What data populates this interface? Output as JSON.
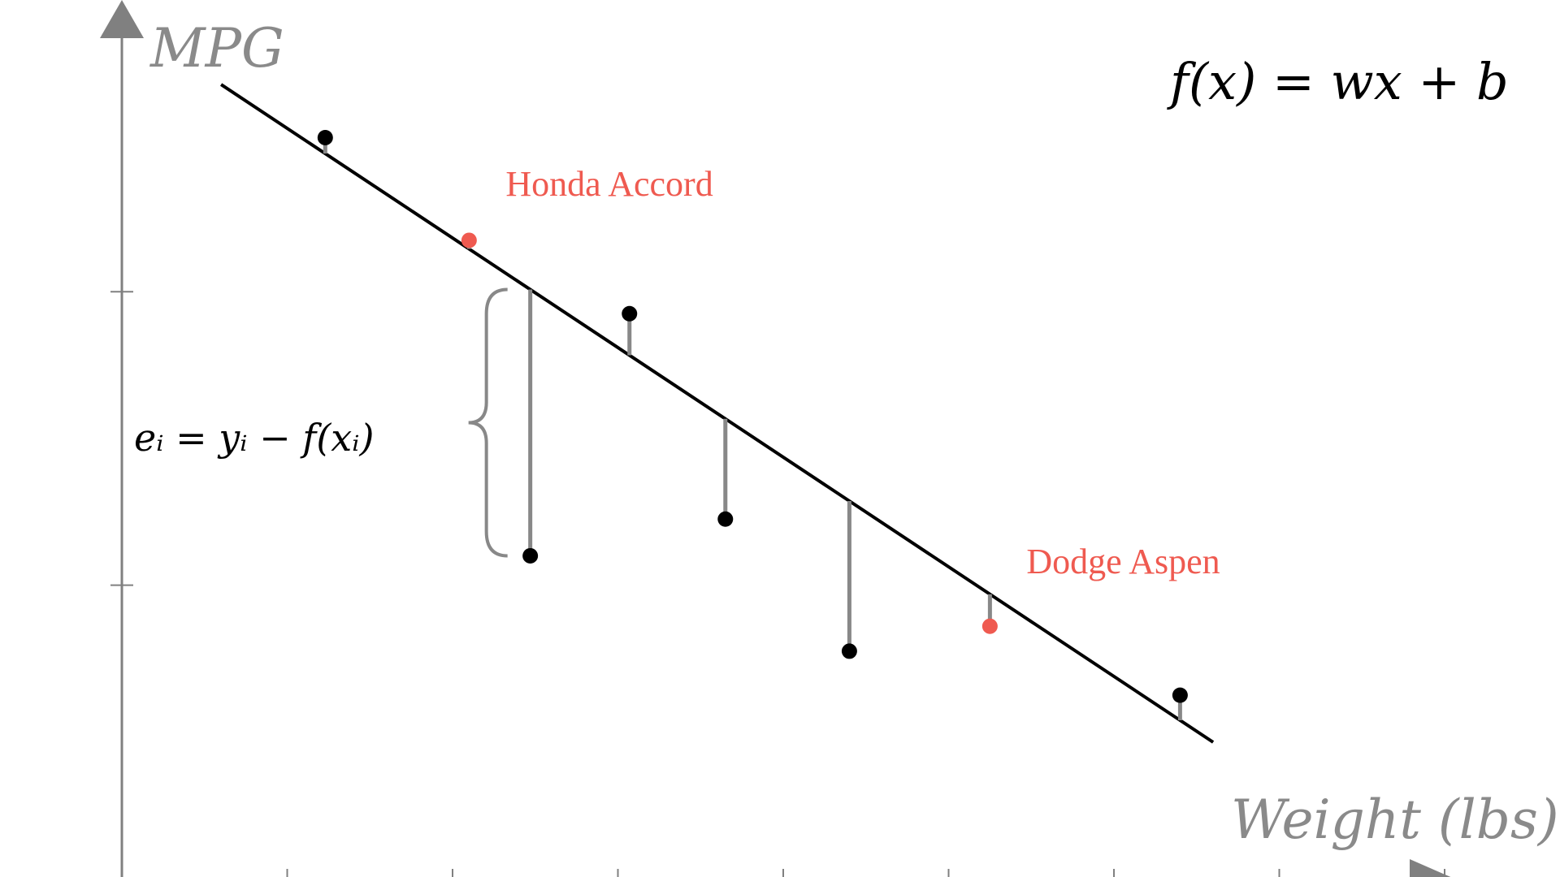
{
  "chart_data": {
    "type": "scatter",
    "xlabel": "Weight (lbs)",
    "ylabel": "MPG",
    "xlim": [
      0,
      9.3
    ],
    "ylim": [
      0,
      6
    ],
    "x_ticks": [
      1,
      2,
      3,
      4,
      5,
      6,
      7,
      8
    ],
    "y_ticks": [
      2,
      4
    ],
    "fit_line": {
      "x_start": 0.6,
      "x_end": 6.6,
      "slope": -0.747,
      "intercept": 5.86
    },
    "points": [
      {
        "x": 1.23,
        "y": 5.05,
        "highlight": false
      },
      {
        "x": 2.1,
        "y": 4.35,
        "highlight": true
      },
      {
        "x": 2.47,
        "y": 2.2,
        "highlight": false
      },
      {
        "x": 3.07,
        "y": 3.85,
        "highlight": false
      },
      {
        "x": 3.65,
        "y": 2.45,
        "highlight": false
      },
      {
        "x": 4.4,
        "y": 1.55,
        "highlight": false
      },
      {
        "x": 5.25,
        "y": 1.72,
        "highlight": true
      },
      {
        "x": 6.4,
        "y": 1.25,
        "highlight": false
      }
    ],
    "annotations": {
      "model_formula": "f(x) = wx + b",
      "residual_formula": "eᵢ = yᵢ − f(xᵢ)",
      "highlighted_labels": [
        {
          "text": "Honda Accord",
          "point_index": 1
        },
        {
          "text": "Dodge Aspen",
          "point_index": 6
        }
      ],
      "brace_point_index": 2
    },
    "grid": false,
    "colors": {
      "axis": "#808080",
      "point": "#000000",
      "highlight": "#ef5a50",
      "residual": "#888888",
      "fit_line": "#000000"
    }
  }
}
